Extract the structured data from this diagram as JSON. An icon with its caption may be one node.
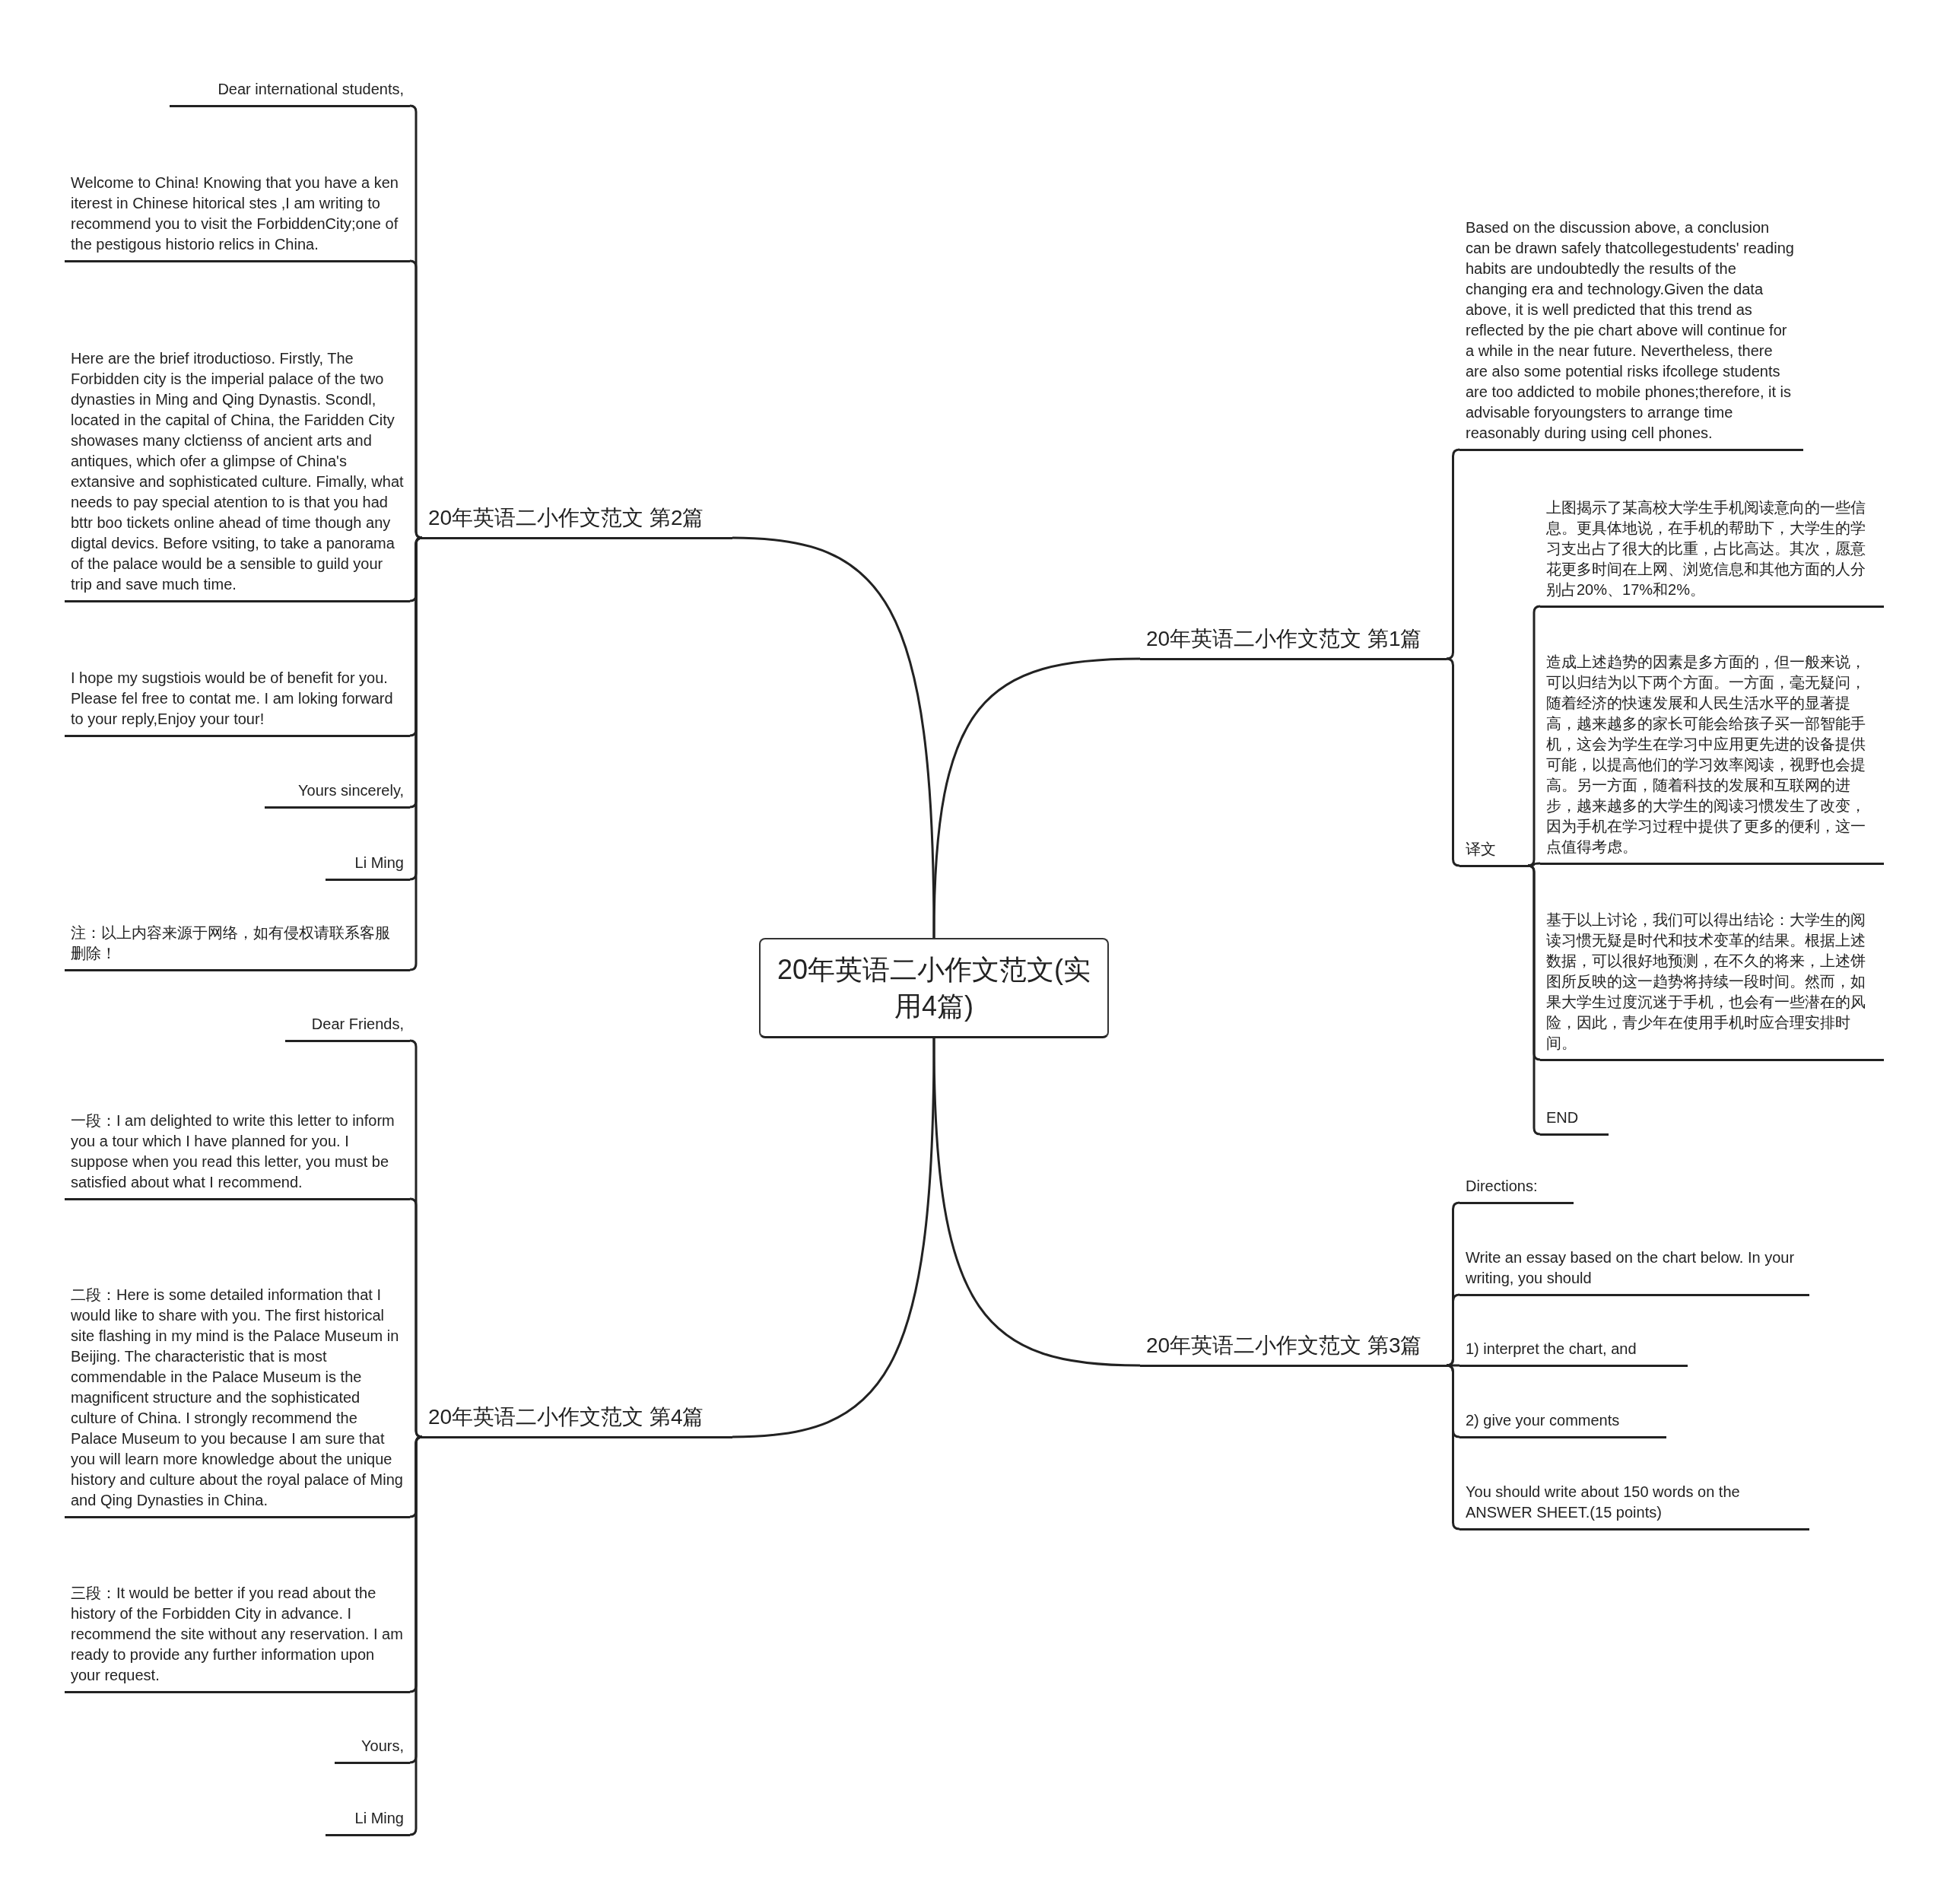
{
  "diagram": {
    "nodes": [
      {
        "text": [
          "20年英语二小作文范文(实用4篇)"
        ]
      },
      {
        "text": [
          "20年英语二小作文范文 第1篇"
        ]
      },
      {
        "text": [
          "Based on the discussion above, a conclusion can be drawn safely thatcollegestudents' reading habits are undoubtedly the results of the changing era and technology.Given the data above, it is well predicted that this trend as reflected by the pie chart above will continue for a while in the near future. Nevertheless, there are also some potential risks ifcollege students are too addicted to mobile phones;therefore, it is advisable foryoungsters to arrange time reasonably during using cell phones."
        ]
      },
      {
        "text": [
          "译文"
        ]
      },
      {
        "text": [
          "上图揭示了某高校大学生手机阅读意向的一些信息。更具体地说，在手机的帮助下，大学生的学习支出占了很大的比重，占比高达。其次，愿意花更多时间在上网、浏览信息和其他方面的人分别占20%、17%和2%。"
        ]
      },
      {
        "text": [
          "造成上述趋势的因素是多方面的，但一般来说，可以归结为以下两个方面。一方面，毫无疑问，随着经济的快速发展和人民生活水平的显著提高，越来越多的家长可能会给孩子买一部智能手机，这会为学生在学习中应用更先进的设备提供可能，以提高他们的学习效率阅读，视野也会提高。另一方面，随着科技的发展和互联网的进步，越来越多的大学生的阅读习惯发生了改变，因为手机在学习过程中提供了更多的便利，这一点值得考虑。"
        ]
      },
      {
        "text": [
          "基于以上讨论，我们可以得出结论：大学生的阅读习惯无疑是时代和技术变革的结果。根据上述数据，可以很好地预测，在不久的将来，上述饼图所反映的这一趋势将持续一段时间。然而，如果大学生过度沉迷于手机，也会有一些潜在的风险，因此，青少年在使用手机时应合理安排时间。"
        ]
      },
      {
        "text": [
          "END"
        ]
      },
      {
        "text": [
          "20年英语二小作文范文 第3篇"
        ]
      },
      {
        "text": [
          "Directions:"
        ]
      },
      {
        "text": [
          "Write an essay based on the chart below. In your writing, you should"
        ]
      },
      {
        "text": [
          "1) interpret the chart, and"
        ]
      },
      {
        "text": [
          "2) give your comments"
        ]
      },
      {
        "text": [
          "You should write about 150 words on the ANSWER SHEET.(15 points)"
        ]
      },
      {
        "text": [
          "20年英语二小作文范文 第2篇"
        ]
      },
      {
        "text": [
          "Dear international students,"
        ]
      },
      {
        "text": [
          "Welcome to China! Knowing that you have a ken iterest in Chinese hitorical stes ,I am writing to recommend you to visit the ForbiddenCity;one of the pestigous historio relics in China."
        ]
      },
      {
        "text": [
          "Here are the brief itroductioso. Firstly, The Forbidden city is the imperial palace of the two dynasties in Ming and Qing Dynastis. Scondl, located in the capital of China, the Faridden City showases many clctienss of ancient arts and antiques, which ofer a glimpse of China's extansive and sophisticated culture. Fimally, what needs to pay special atention to is that you had bttr boo tickets online ahead of time though any digtal devics. Before vsiting, to take a panorama of the palace would be a sensible to guild your trip and save much time."
        ]
      },
      {
        "text": [
          "I hope my sugstiois would be of benefit for you. Please fel free to contat me. I am loking forward to your reply,Enjoy your tour!"
        ]
      },
      {
        "text": [
          "Yours sincerely,"
        ]
      },
      {
        "text": [
          "Li Ming"
        ]
      },
      {
        "text": [
          "注：以上内容来源于网络，如有侵权请联系客服删除！"
        ]
      },
      {
        "text": [
          "20年英语二小作文范文 第4篇"
        ]
      },
      {
        "text": [
          "Dear Friends,"
        ]
      },
      {
        "text": [
          "一段：I am delighted to write this letter to inform you a tour which I have planned for you. I suppose when you read this letter, you must be satisfied about what I recommend."
        ]
      },
      {
        "text": [
          "二段：Here is some detailed information that I would like to share with you. The first historical site flashing in my mind is the Palace Museum in Beijing. The characteristic that is most commendable in the Palace Museum is the magnificent structure and the sophisticated culture of China. I strongly recommend the Palace Museum to you because I am sure that you will learn more knowledge about the unique history and culture about the royal palace of Ming and Qing Dynasties in China."
        ]
      },
      {
        "text": [
          "三段：It would be better if you read about the history of the Forbidden City in advance. I recommend the site without any reservation. I am ready to provide any further information upon your request."
        ]
      },
      {
        "text": [
          "Yours,"
        ]
      },
      {
        "text": [
          "Li Ming"
        ]
      }
    ],
    "edges": [
      {
        "from": 0,
        "to": 1,
        "arrow": "none"
      },
      {
        "from": 0,
        "to": 8,
        "arrow": "none"
      },
      {
        "from": 0,
        "to": 14,
        "arrow": "none"
      },
      {
        "from": 0,
        "to": 22,
        "arrow": "none"
      },
      {
        "from": 1,
        "to": 2,
        "arrow": "none"
      },
      {
        "from": 1,
        "to": 3,
        "arrow": "none"
      },
      {
        "from": 3,
        "to": 4,
        "arrow": "none"
      },
      {
        "from": 3,
        "to": 5,
        "arrow": "none"
      },
      {
        "from": 3,
        "to": 6,
        "arrow": "none"
      },
      {
        "from": 3,
        "to": 7,
        "arrow": "none"
      },
      {
        "from": 8,
        "to": 9,
        "arrow": "none"
      },
      {
        "from": 8,
        "to": 10,
        "arrow": "none"
      },
      {
        "from": 8,
        "to": 11,
        "arrow": "none"
      },
      {
        "from": 8,
        "to": 12,
        "arrow": "none"
      },
      {
        "from": 8,
        "to": 13,
        "arrow": "none"
      },
      {
        "from": 14,
        "to": 15,
        "arrow": "none"
      },
      {
        "from": 14,
        "to": 16,
        "arrow": "none"
      },
      {
        "from": 14,
        "to": 17,
        "arrow": "none"
      },
      {
        "from": 14,
        "to": 18,
        "arrow": "none"
      },
      {
        "from": 14,
        "to": 19,
        "arrow": "none"
      },
      {
        "from": 14,
        "to": 20,
        "arrow": "none"
      },
      {
        "from": 14,
        "to": 21,
        "arrow": "none"
      },
      {
        "from": 22,
        "to": 23,
        "arrow": "none"
      },
      {
        "from": 22,
        "to": 24,
        "arrow": "none"
      },
      {
        "from": 22,
        "to": 25,
        "arrow": "none"
      },
      {
        "from": 22,
        "to": 26,
        "arrow": "none"
      },
      {
        "from": 22,
        "to": 27,
        "arrow": "none"
      },
      {
        "from": 22,
        "to": 28,
        "arrow": "none"
      }
    ]
  }
}
